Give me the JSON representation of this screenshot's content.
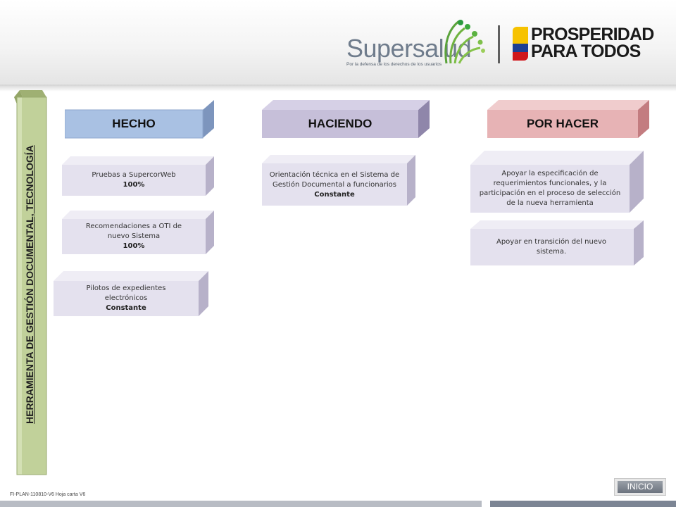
{
  "header": {
    "supersalud_wordmark": "Supersalud",
    "supersalud_tagline": "Por la defensa de los derechos de los usuarios",
    "prosperidad_line1": "PROSPERIDAD",
    "prosperidad_line2": "PARA TODOS"
  },
  "sidebar": {
    "title": "HERRAMIENTA DE GESTIÓN DOCUMENTAL, TECNOLOGÍA"
  },
  "columns": [
    {
      "title": "HECHO",
      "color": "#a9c1e3",
      "items": [
        {
          "text": "Pruebas a SupercorWeb",
          "status": "100%"
        },
        {
          "text": "Recomendaciones a OTI de nuevo Sistema",
          "status": "100%"
        },
        {
          "text": "Pilotos de expedientes electrónicos",
          "status": "Constante"
        }
      ]
    },
    {
      "title": "HACIENDO",
      "color": "#c6bfd9",
      "items": [
        {
          "text": "Orientación técnica en el Sistema de Gestión Documental a funcionarios",
          "status": "Constante"
        }
      ]
    },
    {
      "title": "POR HACER",
      "color": "#e7b3b5",
      "items": [
        {
          "text": "Apoyar la especificación de requerimientos funcionales, y la participación en el proceso de selección de la nueva herramienta",
          "status": ""
        },
        {
          "text": "Apoyar en transición del nuevo sistema.",
          "status": ""
        }
      ]
    }
  ],
  "footer": {
    "code": "FI-PLAN-110810-V6 Hoja carta V6",
    "inicio_label": "INICIO"
  },
  "colors": {
    "card_face": "#e4e1ee",
    "card_side": "#b7b1c9",
    "sidebar_green": "#c1d19a"
  }
}
